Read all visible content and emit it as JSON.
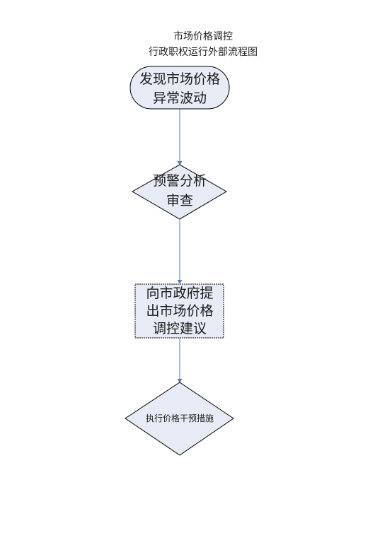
{
  "title": {
    "line1": "市场价格调控",
    "line2": "行政职权运行外部流程图"
  },
  "nodes": [
    {
      "id": "start",
      "shape": "terminator",
      "lines": [
        "发现市场价格",
        "异常波动"
      ]
    },
    {
      "id": "review",
      "shape": "decision",
      "lines": [
        "预警分析",
        "审查"
      ]
    },
    {
      "id": "proposal",
      "shape": "process",
      "lines": [
        "向市政府提",
        "出市场价格",
        "调控建议"
      ]
    },
    {
      "id": "execute",
      "shape": "decision",
      "lines": [
        "执行价格干预措施"
      ]
    }
  ],
  "colors": {
    "node_fill": "#e6ebf5",
    "node_stroke": "#000000",
    "connector": "#5a7fa8"
  }
}
